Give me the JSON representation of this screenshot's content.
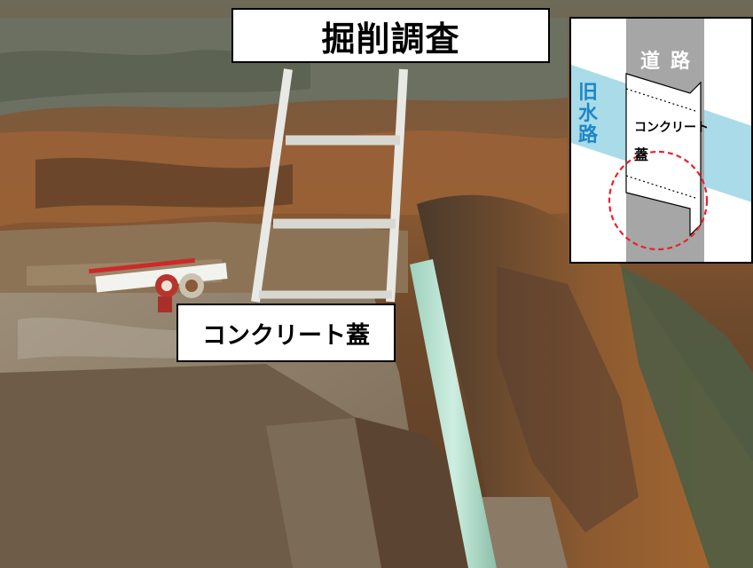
{
  "title": "掘削調査",
  "photo_label": "コンクリート蓋",
  "inset": {
    "road_label": "道路",
    "canal_label": [
      "旧",
      "水",
      "路"
    ],
    "cover_label_line1": "コンクリート",
    "cover_label_line2": "蓋"
  },
  "colors": {
    "road": "#a6a6a6",
    "canal": "#a9dbe8",
    "highlight_circle": "#e8232a",
    "canal_text": "#1d86c9"
  }
}
